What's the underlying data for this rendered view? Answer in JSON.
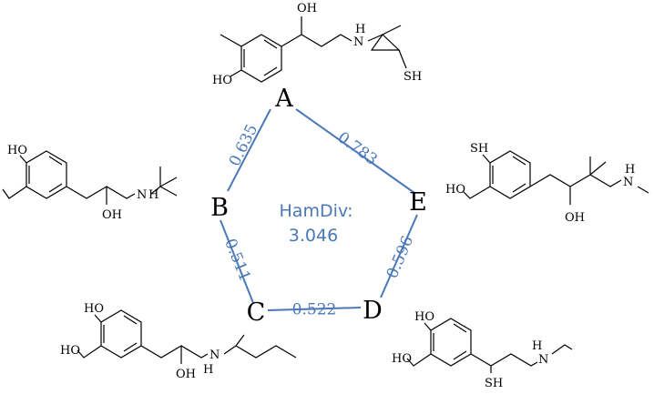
{
  "nodes": [
    {
      "id": "A",
      "label": "A"
    },
    {
      "id": "B",
      "label": "B"
    },
    {
      "id": "C",
      "label": "C"
    },
    {
      "id": "D",
      "label": "D"
    },
    {
      "id": "E",
      "label": "E"
    }
  ],
  "edges": [
    {
      "from": "A",
      "to": "B",
      "label": "0.635"
    },
    {
      "from": "A",
      "to": "E",
      "label": "0.783"
    },
    {
      "from": "B",
      "to": "C",
      "label": "0.511"
    },
    {
      "from": "C",
      "to": "D",
      "label": "0.522"
    },
    {
      "from": "D",
      "to": "E",
      "label": "0.596"
    }
  ],
  "center": {
    "title": "HamDiv:",
    "value": "3.046"
  },
  "colors": {
    "edge": "#4a78b8",
    "text": "#000000"
  },
  "molecules": {
    "A": {
      "atoms": [
        "OH",
        "N",
        "H",
        "HO",
        "SH"
      ]
    },
    "B": {
      "atoms": [
        "HO",
        "OH",
        "N",
        "H"
      ]
    },
    "C": {
      "atoms": [
        "HO",
        "HO",
        "OH",
        "N",
        "H"
      ]
    },
    "D": {
      "atoms": [
        "HO",
        "HO",
        "N",
        "H",
        "SH"
      ]
    },
    "E": {
      "atoms": [
        "SH",
        "HO",
        "OH",
        "N",
        "H"
      ]
    }
  }
}
